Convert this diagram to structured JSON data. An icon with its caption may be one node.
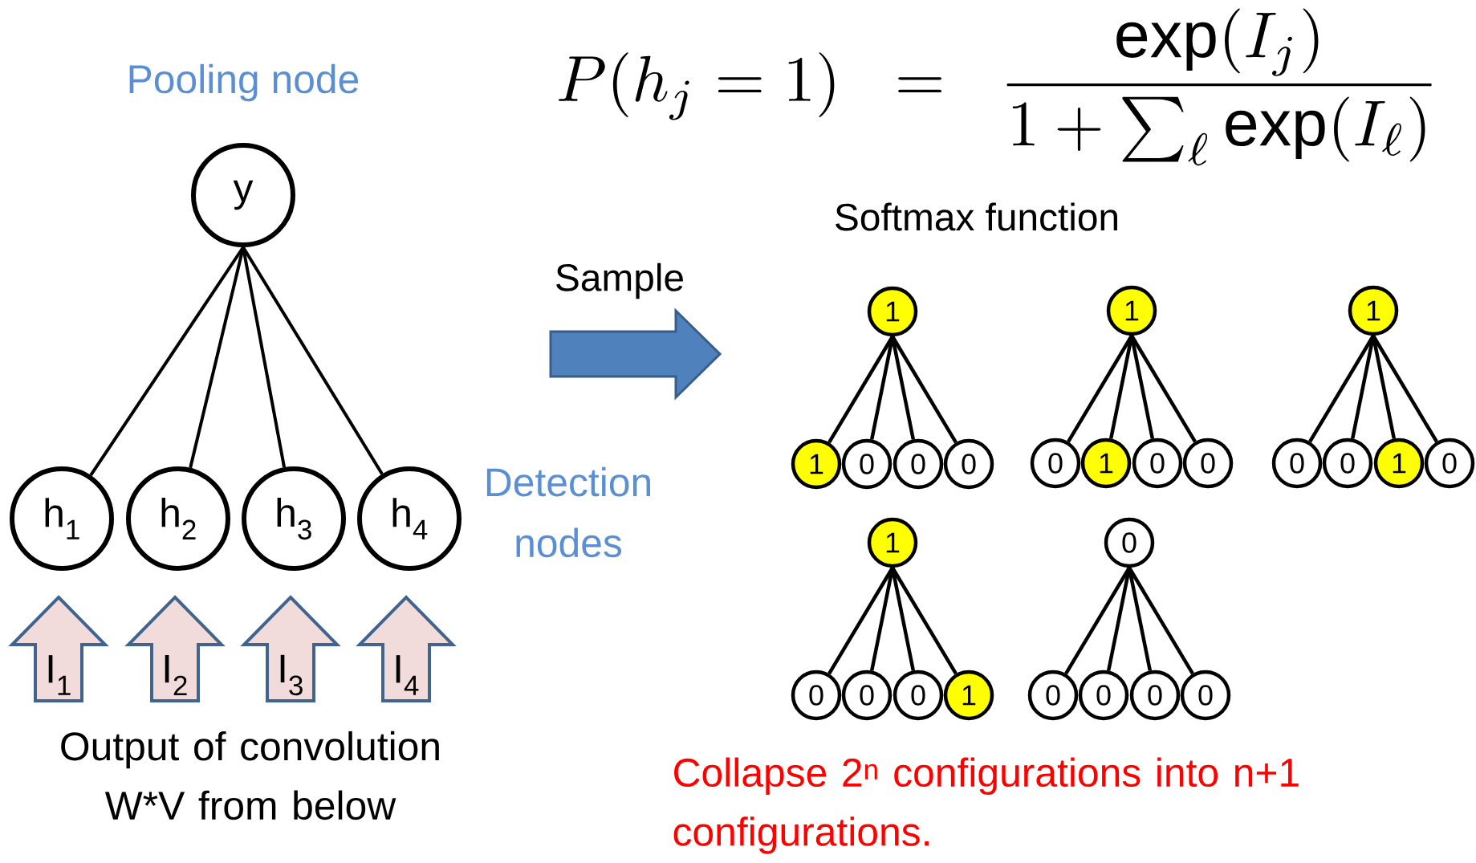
{
  "diagram": {
    "nodes": [
      {
        "text": [
          "y"
        ],
        "beside": [
          "Pooling node"
        ]
      },
      {
        "text": [
          "h$_{1}$"
        ]
      },
      {
        "text": [
          "h$_{2}$"
        ]
      },
      {
        "text": [
          "h$_{3}$"
        ]
      },
      {
        "text": [
          "h$_{4}$"
        ]
      },
      {
        "text": [
          "1"
        ]
      },
      {
        "text": [
          "1"
        ]
      },
      {
        "text": [
          "0"
        ]
      },
      {
        "text": [
          "0"
        ]
      },
      {
        "text": [
          "0"
        ]
      },
      {
        "text": [
          "1"
        ]
      },
      {
        "text": [
          "0"
        ]
      },
      {
        "text": [
          "1"
        ]
      },
      {
        "text": [
          "0"
        ]
      },
      {
        "text": [
          "0"
        ]
      },
      {
        "text": [
          "1"
        ]
      },
      {
        "text": [
          "0"
        ]
      },
      {
        "text": [
          "0"
        ]
      },
      {
        "text": [
          "1"
        ]
      },
      {
        "text": [
          "0"
        ]
      },
      {
        "text": [
          "1"
        ]
      },
      {
        "text": [
          "0"
        ]
      },
      {
        "text": [
          "0"
        ]
      },
      {
        "text": [
          "0"
        ]
      },
      {
        "text": [
          "1"
        ]
      },
      {
        "text": [
          "0"
        ]
      },
      {
        "text": [
          "0"
        ]
      },
      {
        "text": [
          "0"
        ]
      },
      {
        "text": [
          "0"
        ]
      },
      {
        "text": [
          "0"
        ]
      }
    ],
    "edges": [
      {
        "from": 0,
        "to": 1,
        "arrow": "none"
      },
      {
        "from": 0,
        "to": 2,
        "arrow": "none"
      },
      {
        "from": 0,
        "to": 3,
        "arrow": "none"
      },
      {
        "from": 0,
        "to": 4,
        "arrow": "none"
      },
      {
        "from": null,
        "to": 1,
        "arrow": "to",
        "label": "I$_{1}$",
        "style": "thick"
      },
      {
        "from": null,
        "to": 2,
        "arrow": "to",
        "label": "I$_{2}$",
        "style": "thick"
      },
      {
        "from": null,
        "to": 3,
        "arrow": "to",
        "label": "I$_{3}$",
        "style": "thick"
      },
      {
        "from": null,
        "to": 4,
        "arrow": "to",
        "label": "I$_{4}$",
        "style": "thick"
      },
      {
        "from": 5,
        "to": 6,
        "arrow": "none"
      },
      {
        "from": 5,
        "to": 7,
        "arrow": "none"
      },
      {
        "from": 5,
        "to": 8,
        "arrow": "none"
      },
      {
        "from": 5,
        "to": 9,
        "arrow": "none"
      },
      {
        "from": 10,
        "to": 11,
        "arrow": "none"
      },
      {
        "from": 10,
        "to": 12,
        "arrow": "none"
      },
      {
        "from": 10,
        "to": 13,
        "arrow": "none"
      },
      {
        "from": 10,
        "to": 14,
        "arrow": "none"
      },
      {
        "from": 15,
        "to": 16,
        "arrow": "none"
      },
      {
        "from": 15,
        "to": 17,
        "arrow": "none"
      },
      {
        "from": 15,
        "to": 18,
        "arrow": "none"
      },
      {
        "from": 15,
        "to": 19,
        "arrow": "none"
      },
      {
        "from": 20,
        "to": 21,
        "arrow": "none"
      },
      {
        "from": 20,
        "to": 22,
        "arrow": "none"
      },
      {
        "from": 20,
        "to": 23,
        "arrow": "none"
      },
      {
        "from": 20,
        "to": 24,
        "arrow": "none"
      },
      {
        "from": 25,
        "to": 26,
        "arrow": "none"
      },
      {
        "from": 25,
        "to": 27,
        "arrow": "none"
      },
      {
        "from": 25,
        "to": 28,
        "arrow": "none"
      },
      {
        "from": 25,
        "to": 29,
        "arrow": "none"
      }
    ],
    "labels": [
      "P(h_j = 1) \\;\\;=\\;\\; \\frac{\\exp(I_j)}{1+\\sum_{\\ell} \\exp(I_{\\ell})}",
      "Softmax function",
      "Sample",
      "Detection nodes",
      "Output of convolution W*V from below",
      "Collapse 2$^{n}$ configurations into n+1 configurations."
    ]
  }
}
